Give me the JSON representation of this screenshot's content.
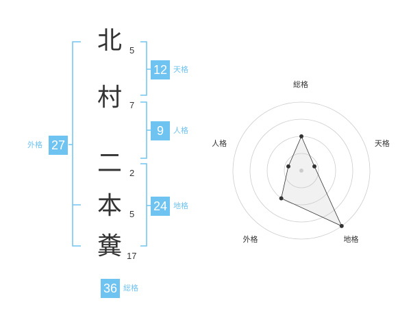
{
  "name": {
    "chars": [
      {
        "char": "北",
        "strokes": "5"
      },
      {
        "char": "村",
        "strokes": "7"
      },
      {
        "char": "二",
        "strokes": "2"
      },
      {
        "char": "本",
        "strokes": "5"
      },
      {
        "char": "糞",
        "strokes": "17"
      }
    ]
  },
  "fortune": {
    "tenkaku": {
      "value": "12",
      "label": "天格"
    },
    "jinkaku": {
      "value": "9",
      "label": "人格"
    },
    "chikaku": {
      "value": "24",
      "label": "地格"
    },
    "gaikaku": {
      "value": "27",
      "label": "外格"
    },
    "soukaku": {
      "value": "36",
      "label": "総格"
    }
  },
  "colors": {
    "accent": "#6fc3f0",
    "text": "#333333",
    "grid": "#cccccc"
  },
  "chart_data": {
    "type": "radar",
    "axes": [
      "総格",
      "天格",
      "地格",
      "外格",
      "人格"
    ],
    "values": [
      2.5,
      1,
      5,
      2.5,
      1
    ],
    "max": 5,
    "rings": 4
  }
}
